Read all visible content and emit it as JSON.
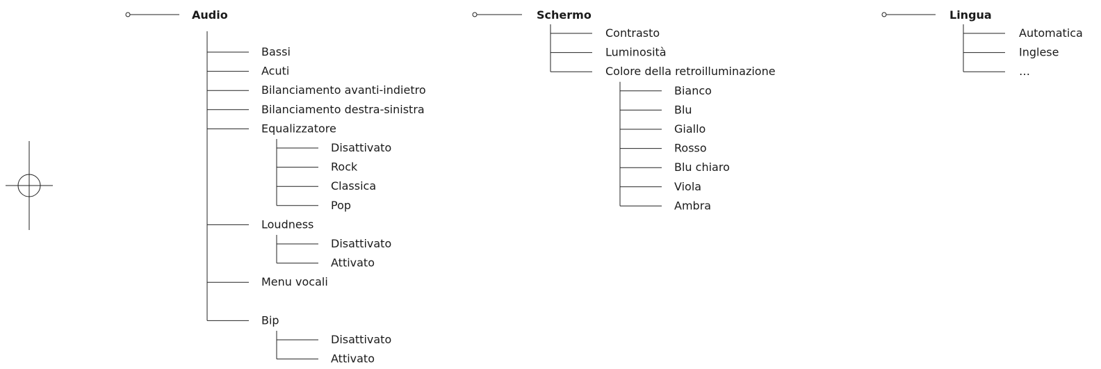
{
  "menus": [
    {
      "title": "Audio",
      "items": [
        {
          "label": "Bassi"
        },
        {
          "label": "Acuti"
        },
        {
          "label": "Bilanciamento avanti-indietro"
        },
        {
          "label": "Bilanciamento destra-sinistra"
        },
        {
          "label": "Equalizzatore",
          "children": [
            "Disattivato",
            "Rock",
            "Classica",
            "Pop"
          ]
        },
        {
          "label": "Loudness",
          "children": [
            "Disattivato",
            "Attivato"
          ]
        },
        {
          "label": "Menu vocali"
        },
        {
          "label": "Bip",
          "children": [
            "Disattivato",
            "Attivato"
          ]
        }
      ]
    },
    {
      "title": "Schermo",
      "items": [
        {
          "label": "Contrasto"
        },
        {
          "label": "Luminosità"
        },
        {
          "label": "Colore della retroilluminazione",
          "children": [
            "Bianco",
            "Blu",
            "Giallo",
            "Rosso",
            "Blu chiaro",
            "Viola",
            "Ambra"
          ]
        }
      ]
    },
    {
      "title": "Lingua",
      "items": [
        {
          "label": "Automatica"
        },
        {
          "label": "Inglese"
        },
        {
          "label": "…"
        }
      ]
    }
  ]
}
